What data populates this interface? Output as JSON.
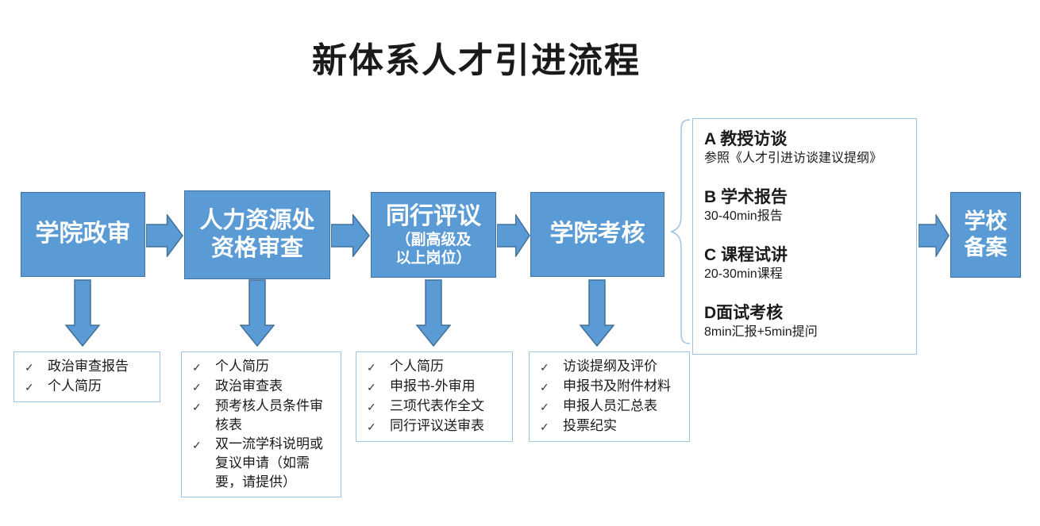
{
  "title": "新体系人才引进流程",
  "colors": {
    "box_fill": "#5B9BD5",
    "box_border": "#41719C",
    "panel_border": "#9DC3E6",
    "box_text": "#FFFFFF",
    "text": "#1A1A1A"
  },
  "check_glyph": "✓",
  "flow": {
    "steps": [
      {
        "label": "学院政审"
      },
      {
        "line1": "人力资源处",
        "line2": "资格审查"
      },
      {
        "label": "同行评议",
        "sub1": "（副高级及",
        "sub2": "以上岗位）"
      },
      {
        "label": "学院考核"
      },
      {
        "line1": "学校",
        "line2": "备案"
      }
    ]
  },
  "assessment_panel": {
    "items": [
      {
        "heading": "A 教授访谈",
        "detail": "参照《人才引进访谈建议提纲》"
      },
      {
        "heading": "B 学术报告",
        "detail": "30-40min报告"
      },
      {
        "heading": "C 课程试讲",
        "detail": "20-30min课程"
      },
      {
        "heading": "D面试考核",
        "detail": "8min汇报+5min提问"
      }
    ]
  },
  "checklists": [
    {
      "items": [
        "政治审查报告",
        "个人简历"
      ]
    },
    {
      "items": [
        "个人简历",
        "政治审查表",
        "预考核人员条件审核表",
        "双一流学科说明或复议申请（如需要，请提供）"
      ]
    },
    {
      "items": [
        "个人简历",
        "申报书-外审用",
        "三项代表作全文",
        "同行评议送审表"
      ]
    },
    {
      "items": [
        "访谈提纲及评价",
        "申报书及附件材料",
        "申报人员汇总表",
        "投票纪实"
      ]
    }
  ]
}
